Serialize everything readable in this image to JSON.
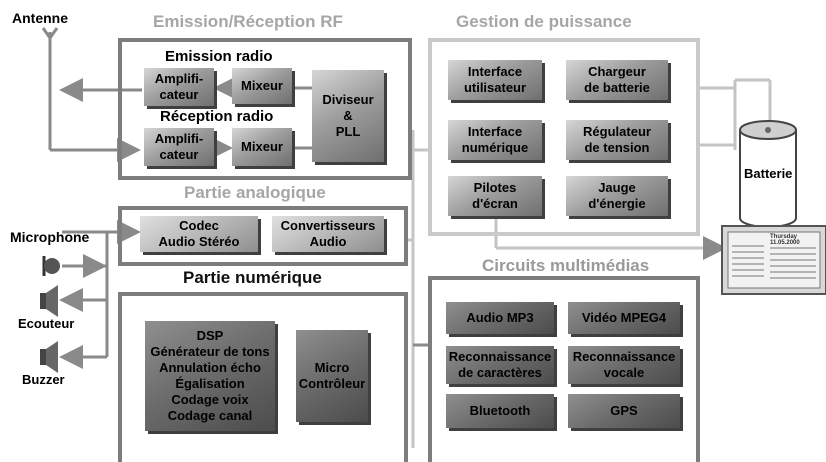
{
  "sections": {
    "rf_title": "Emission/Réception RF",
    "power_title": "Gestion de puissance",
    "analog_title": "Partie analogique",
    "digital_title": "Partie numérique",
    "multimedia_title": "Circuits multimédias",
    "emission_title": "Emission radio",
    "reception_title": "Réception radio"
  },
  "labels": {
    "antenna": "Antenne",
    "microphone": "Microphone",
    "earpiece": "Ecouteur",
    "buzzer": "Buzzer",
    "battery": "Batterie"
  },
  "rf_blocks": {
    "amp_tx": "Amplifi-\ncateur",
    "mixer_tx": "Mixeur",
    "amp_rx": "Amplifi-\ncateur",
    "mixer_rx": "Mixeur",
    "divider_pll": "Diviseur\n&\nPLL"
  },
  "power_blocks": {
    "user_interface": "Interface\nutilisateur",
    "battery_charger": "Chargeur\nde batterie",
    "digital_interface": "Interface\nnumérique",
    "voltage_regulator": "Régulateur\nde tension",
    "screen_drivers": "Pilotes\nd'écran",
    "energy_gauge": "Jauge\nd'énergie"
  },
  "analog_blocks": {
    "codec": "Codec\nAudio Stéréo",
    "converters": "Convertisseurs\nAudio"
  },
  "digital_blocks": {
    "dsp": "DSP\nGénérateur de tons\nAnnulation écho\nÉgalisation\nCodage voix\nCodage canal",
    "micro": "Micro\nContrôleur"
  },
  "multimedia_blocks": {
    "mp3": "Audio MP3",
    "mpeg4": "Vidéo MPEG4",
    "ocr": "Reconnaissance\nde caractères",
    "voice": "Reconnaissance\nvocale",
    "bluetooth": "Bluetooth",
    "gps": "GPS"
  },
  "screen": {
    "header": "Thursday 11.05.2000"
  }
}
